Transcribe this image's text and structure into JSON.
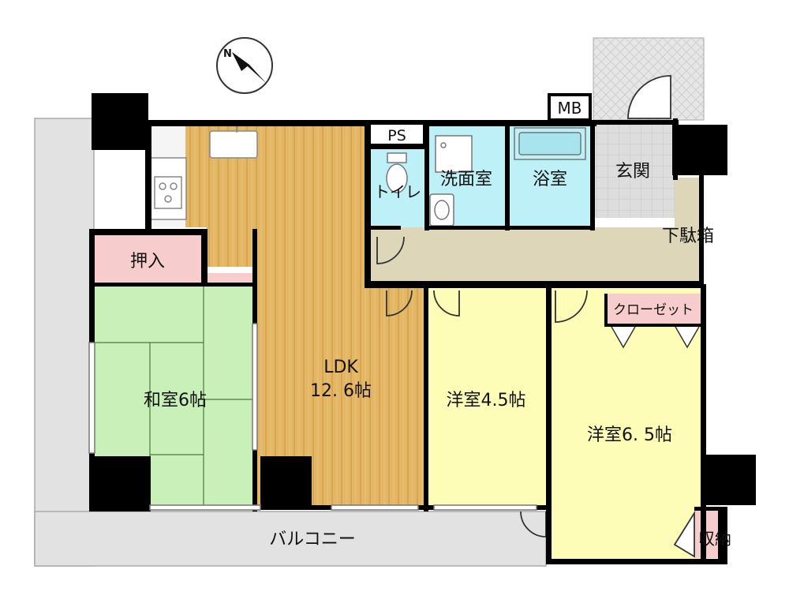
{
  "labels": {
    "mb": "MB",
    "ps": "PS",
    "toilet": "トイレ",
    "washroom": "洗面室",
    "bath": "浴室",
    "entrance": "玄関",
    "shoe_box": "下駄箱",
    "oshiire": "押入",
    "ldk": "LDK",
    "ldk_size": "12. 6帖",
    "washitsu": "和室6帖",
    "yoshitsu_a": "洋室4.5帖",
    "yoshitsu_b": "洋室6. 5帖",
    "closet": "クローゼット",
    "balcony": "バルコニー",
    "storage": "収納",
    "compass_n": "N"
  },
  "colors": {
    "wall": "#000000",
    "balcony": "#e2e2e2",
    "kitchen": "#f5f5f5",
    "ldk_floor": "#e4b766",
    "ldk_stripe": "#d7a54f",
    "washitsu": "#c9f0b8",
    "oshiire": "#f7cccc",
    "wet_area": "#bdf0f7",
    "hall": "#ddd6b8",
    "yoshitsu": "#fdfdb8",
    "closet": "#f7cccc",
    "entrance_tile": "#d9d9d9"
  }
}
